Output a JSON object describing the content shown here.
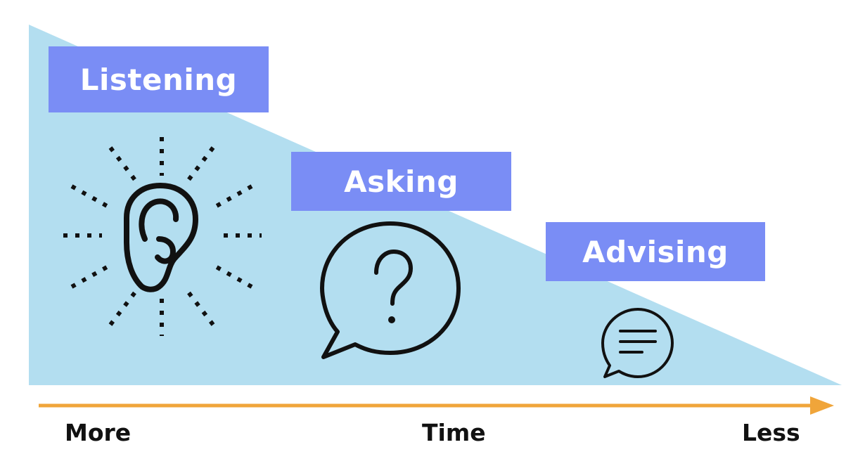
{
  "diagram": {
    "stages": [
      {
        "label": "Listening",
        "icon": "ear-icon"
      },
      {
        "label": "Asking",
        "icon": "question-speech-bubble-icon"
      },
      {
        "label": "Advising",
        "icon": "text-speech-bubble-icon"
      }
    ],
    "axis": {
      "left_label": "More",
      "center_label": "Time",
      "right_label": "Less"
    }
  },
  "colors": {
    "triangle": "#b3def0",
    "label_box": "#7a8df5",
    "label_text": "#ffffff",
    "arrow": "#f0a53a",
    "icon_stroke": "#111111"
  }
}
